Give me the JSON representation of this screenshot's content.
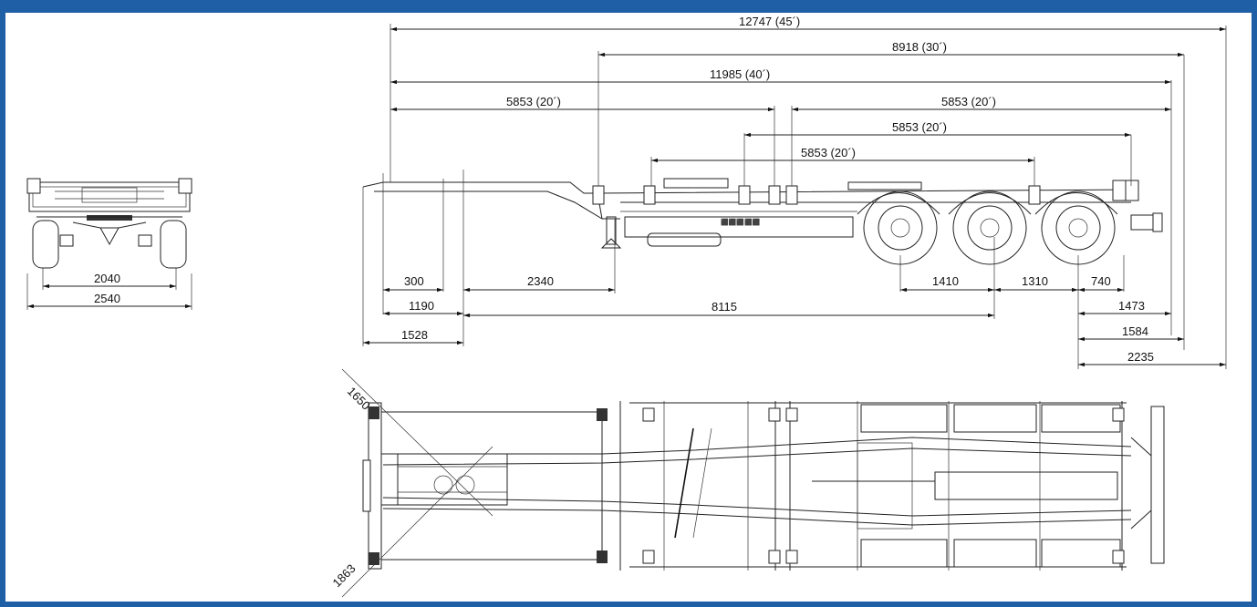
{
  "dimensions": {
    "d_12747": "12747  (45´)",
    "d_8918": "8918  (30´)",
    "d_11985": "11985  (40´)",
    "d_5853_a": "5853  (20´)",
    "d_5853_b": "5853  (20´)",
    "d_5853_c": "5853  (20´)",
    "d_5853_d": "5853  (20´)",
    "d_300": "300",
    "d_2340": "2340",
    "d_1190": "1190",
    "d_8115": "8115",
    "d_1528": "1528",
    "d_1410": "1410",
    "d_1310": "1310",
    "d_740": "740",
    "d_1473": "1473",
    "d_1584": "1584",
    "d_2235": "2235",
    "d_2040": "2040",
    "d_2540": "2540",
    "d_1650": "1650",
    "d_1863": "1863"
  },
  "colors": {
    "frame": "#1f5fa6",
    "line": "#222222"
  }
}
